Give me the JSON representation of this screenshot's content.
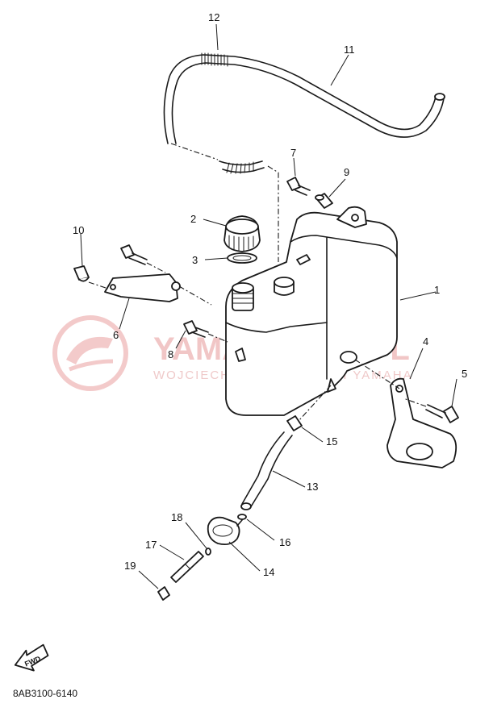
{
  "diagram": {
    "callouts": [
      {
        "id": "1",
        "label": "1"
      },
      {
        "id": "2",
        "label": "2"
      },
      {
        "id": "3",
        "label": "3"
      },
      {
        "id": "4",
        "label": "4"
      },
      {
        "id": "5",
        "label": "5"
      },
      {
        "id": "6",
        "label": "6"
      },
      {
        "id": "7",
        "label": "7"
      },
      {
        "id": "8",
        "label": "8"
      },
      {
        "id": "9",
        "label": "9"
      },
      {
        "id": "10",
        "label": "10"
      },
      {
        "id": "11",
        "label": "11"
      },
      {
        "id": "12",
        "label": "12"
      },
      {
        "id": "13",
        "label": "13"
      },
      {
        "id": "14",
        "label": "14"
      },
      {
        "id": "15",
        "label": "15"
      },
      {
        "id": "16",
        "label": "16"
      },
      {
        "id": "17",
        "label": "17"
      },
      {
        "id": "18",
        "label": "18"
      },
      {
        "id": "19",
        "label": "19"
      }
    ],
    "fwd_label": "FWD",
    "diagram_code": "8AB3100-6140"
  },
  "watermark": {
    "title": "YAMA-SKLEP.PL",
    "subtitle": "WOJCIECHOWICZ I DĘBSKI YAMAHA",
    "color": "#e8a3a3"
  }
}
